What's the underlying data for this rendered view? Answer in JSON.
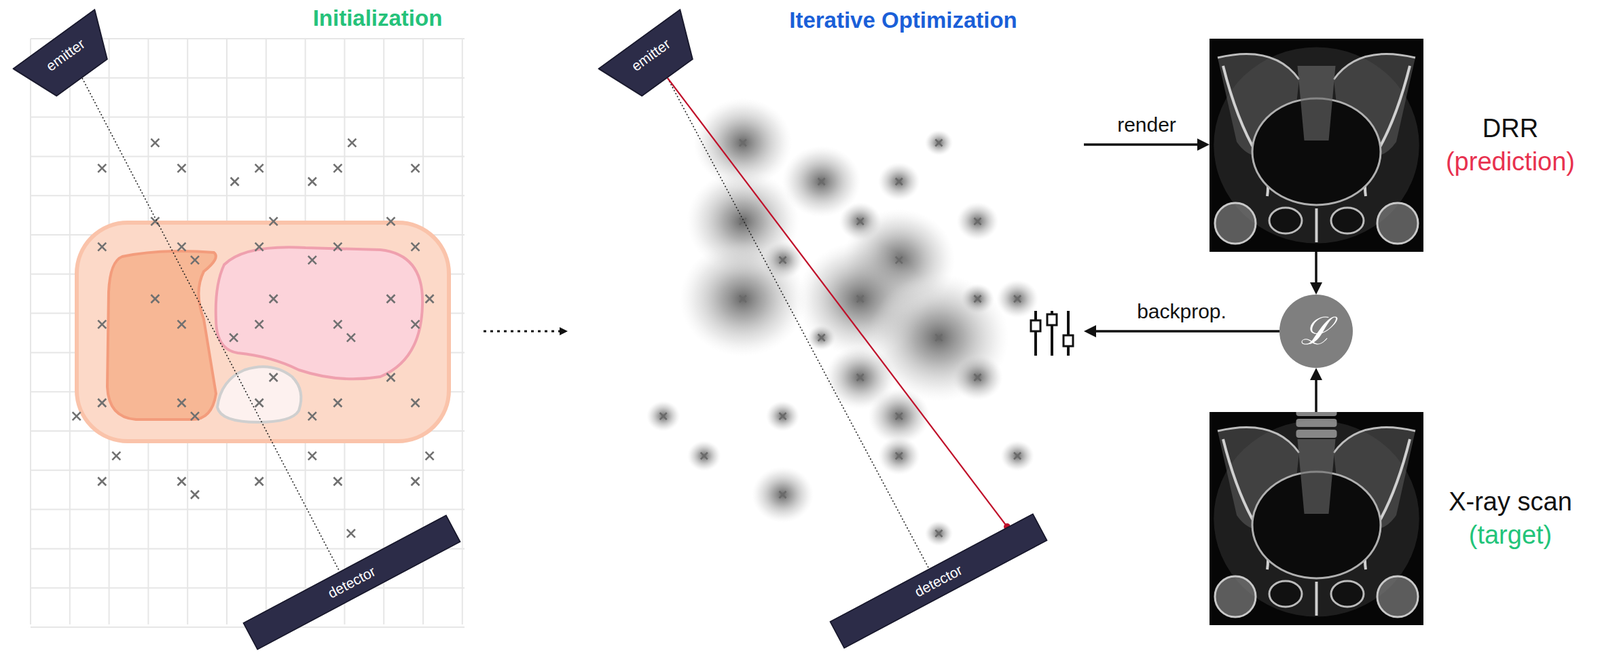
{
  "diagram": {
    "nodes": [
      {
        "text": [
          "Initialization"
        ]
      },
      {
        "text": [
          "emitter"
        ],
        "in": 0
      },
      {
        "text": [
          "detector"
        ],
        "in": 0
      },
      {
        "text": [
          "Iterative Optimization"
        ]
      },
      {
        "text": [
          "emitter"
        ],
        "in": 3
      },
      {
        "text": [
          "detector"
        ],
        "in": 3
      },
      {
        "text": [
          "DRR",
          "(prediction)"
        ]
      },
      {
        "text": [
          "ℒ"
        ]
      },
      {
        "text": [
          "X-ray scan",
          "(target)"
        ]
      }
    ],
    "edges": [
      {
        "from": 0,
        "to": 3,
        "arrow": "to"
      },
      {
        "from": 3,
        "to": 6,
        "label": "render",
        "arrow": "to"
      },
      {
        "from": 6,
        "to": 7,
        "arrow": "to"
      },
      {
        "from": 8,
        "to": 7,
        "arrow": "to"
      },
      {
        "from": 7,
        "to": 3,
        "label": "backprop.",
        "arrow": "to"
      }
    ]
  }
}
